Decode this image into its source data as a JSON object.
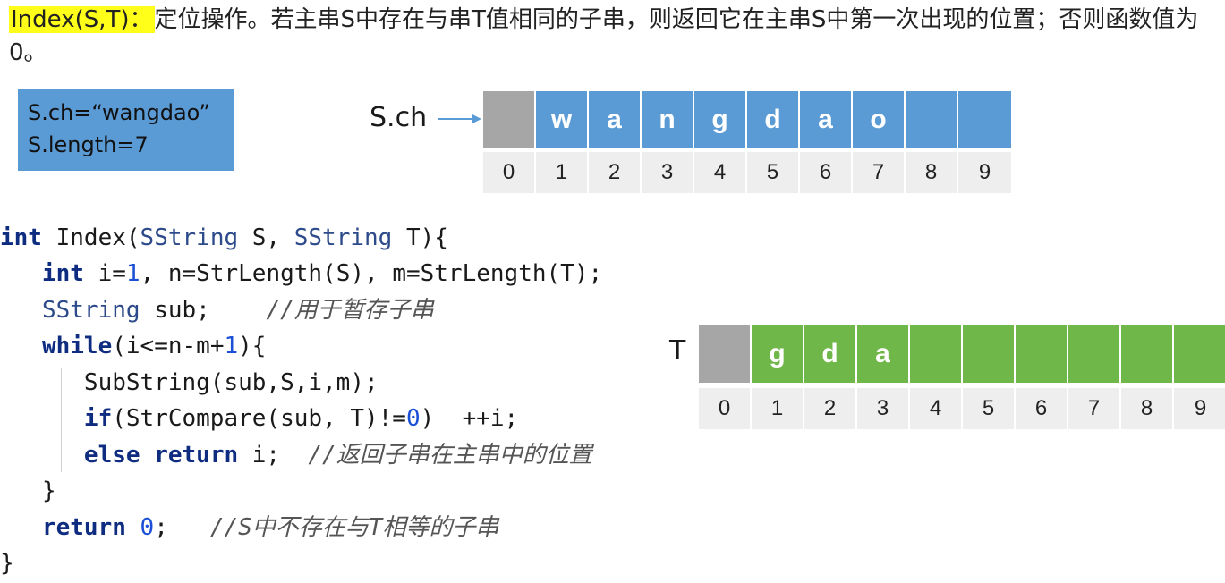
{
  "heading": {
    "highlight": "Index(S,T)：",
    "text": "定位操作。若主串S中存在与串T值相同的子串，则返回它在主串S中第一次出现的位置；否则函数值为0。"
  },
  "info_box": {
    "line1": "S.ch=“wangdao”",
    "line2": "S.length=7"
  },
  "s_array": {
    "label": "S.ch",
    "cells": [
      "",
      "w",
      "a",
      "n",
      "g",
      "d",
      "a",
      "o",
      "",
      ""
    ],
    "indices": [
      "0",
      "1",
      "2",
      "3",
      "4",
      "5",
      "6",
      "7",
      "8",
      "9"
    ]
  },
  "t_array": {
    "label": "T",
    "cells": [
      "",
      "g",
      "d",
      "a",
      "",
      "",
      "",
      "",
      "",
      ""
    ],
    "indices": [
      "0",
      "1",
      "2",
      "3",
      "4",
      "5",
      "6",
      "7",
      "8",
      "9"
    ]
  },
  "code": {
    "l1": {
      "kw": "int",
      "name": " Index(",
      "ty1": "SString",
      "mid": " S, ",
      "ty2": "SString",
      "end": " T){"
    },
    "l2": {
      "indent": "   ",
      "kw": "int",
      "a": " i=",
      "num": "1",
      "b": ", n=StrLength(S), m=StrLength(T);"
    },
    "l3": {
      "indent": "   ",
      "ty": "SString",
      "a": " sub;    ",
      "cm": "//用于暂存子串"
    },
    "l4": {
      "indent": "   ",
      "kw": "while",
      "a": "(i<=n-m+",
      "num": "1",
      "b": "){"
    },
    "l5": {
      "indent": "      ",
      "a": "SubString(sub,S,i,m);"
    },
    "l6": {
      "indent": "      ",
      "kw": "if",
      "a": "(StrCompare(sub, T)!=",
      "num": "0",
      "b": ")  ++i;"
    },
    "l7": {
      "indent": "      ",
      "kw1": "else",
      "sp": " ",
      "kw2": "return",
      "a": " i;  ",
      "cm": "//返回子串在主串中的位置"
    },
    "l8": {
      "indent": "   ",
      "a": "}"
    },
    "l9": {
      "indent": "   ",
      "kw": "return",
      "sp": " ",
      "num": "0",
      "a": ";   ",
      "cm": "//S中不存在与T相等的子串"
    },
    "l10": {
      "a": "}"
    }
  }
}
